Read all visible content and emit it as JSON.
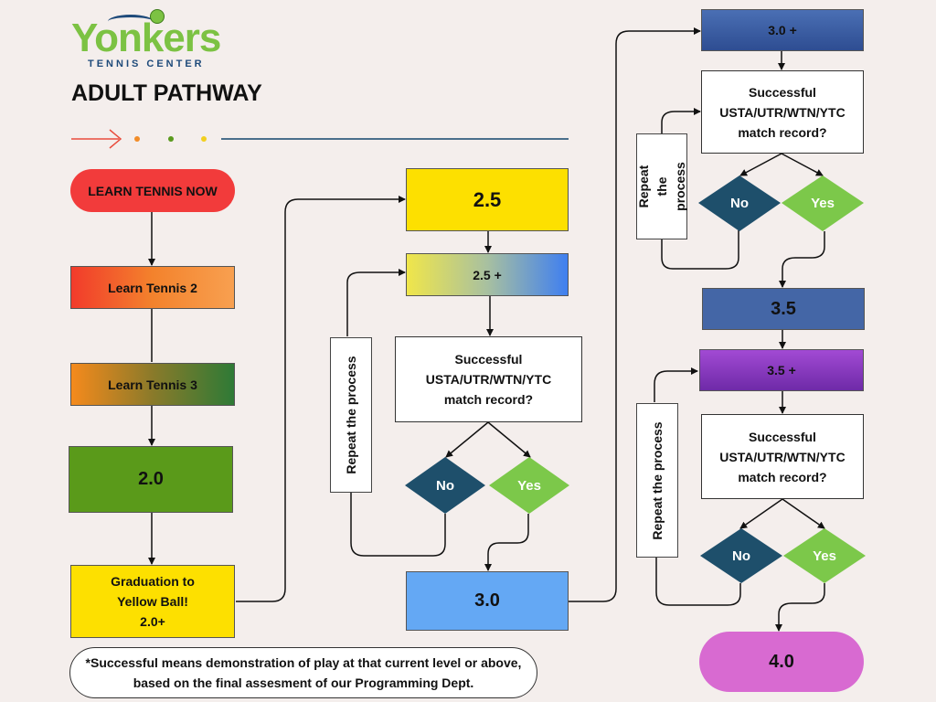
{
  "logo": {
    "name": "Yonkers",
    "sub": "TENNIS CENTER"
  },
  "title": "ADULT PATHWAY",
  "accents": {
    "arrow": "#e94c3c",
    "dot1": "#f28c28",
    "dot2": "#5a9a1e",
    "dot3": "#f2cf1f",
    "rule": "#4a6f8c"
  },
  "column1": {
    "learn_now": "LEARN TENNIS NOW",
    "learn2": "Learn Tennis 2",
    "learn3": "Learn Tennis 3",
    "level20": "2.0",
    "graduation": "Graduation to\nYellow Ball!\n2.0+"
  },
  "column2": {
    "level25": "2.5",
    "level25plus": "2.5 +",
    "question": "Successful\nUSTA/UTR/WTN/YTC\nmatch record?",
    "repeat": "Repeat the process",
    "no": "No",
    "yes": "Yes",
    "level30": "3.0"
  },
  "column3": {
    "level30plus": "3.0 +",
    "question1": "Successful\nUSTA/UTR/WTN/YTC\nmatch record?",
    "repeat1": "Repeat the\nprocess",
    "no1": "No",
    "yes1": "Yes",
    "level35": "3.5",
    "level35plus": "3.5 +",
    "question2": "Successful\nUSTA/UTR/WTN/YTC\nmatch record?",
    "repeat2": "Repeat the process",
    "no2": "No",
    "yes2": "Yes",
    "level40": "4.0"
  },
  "footnote": "*Successful means demonstration of play at that current level or above, based on the final assesment of our Programming Dept.",
  "colors": {
    "red": "#f23b3b",
    "yellow": "#fde000",
    "green": "#5a9a1a",
    "navy_diamond": "#1e4f6b",
    "green_diamond": "#7cc84a",
    "blue30": "#64a8f4",
    "blue_dark": "#4466a6",
    "purple": "#8e3fc4",
    "pink": "#d86ad1"
  }
}
